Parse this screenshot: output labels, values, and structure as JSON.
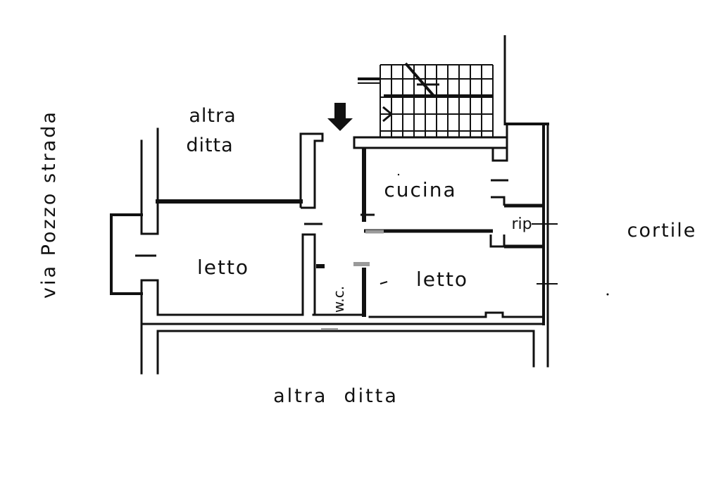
{
  "plan": {
    "street_label": "via Pozzo strada",
    "courtyard_label": "cortile",
    "neighbor_top_line1": "altra",
    "neighbor_top_line2": "ditta",
    "neighbor_bottom": "altra  ditta",
    "rooms": {
      "kitchen": "cucina",
      "storage": "rip",
      "bedroom_left": "letto",
      "bedroom_right": "letto",
      "toilet": "w.c."
    }
  },
  "colors": {
    "ink": "#111111",
    "background": "#ffffff",
    "grey_mark": "#9a9a9a"
  },
  "icons": {
    "entrance": "arrow-down-icon",
    "stairs": "staircase-icon"
  }
}
